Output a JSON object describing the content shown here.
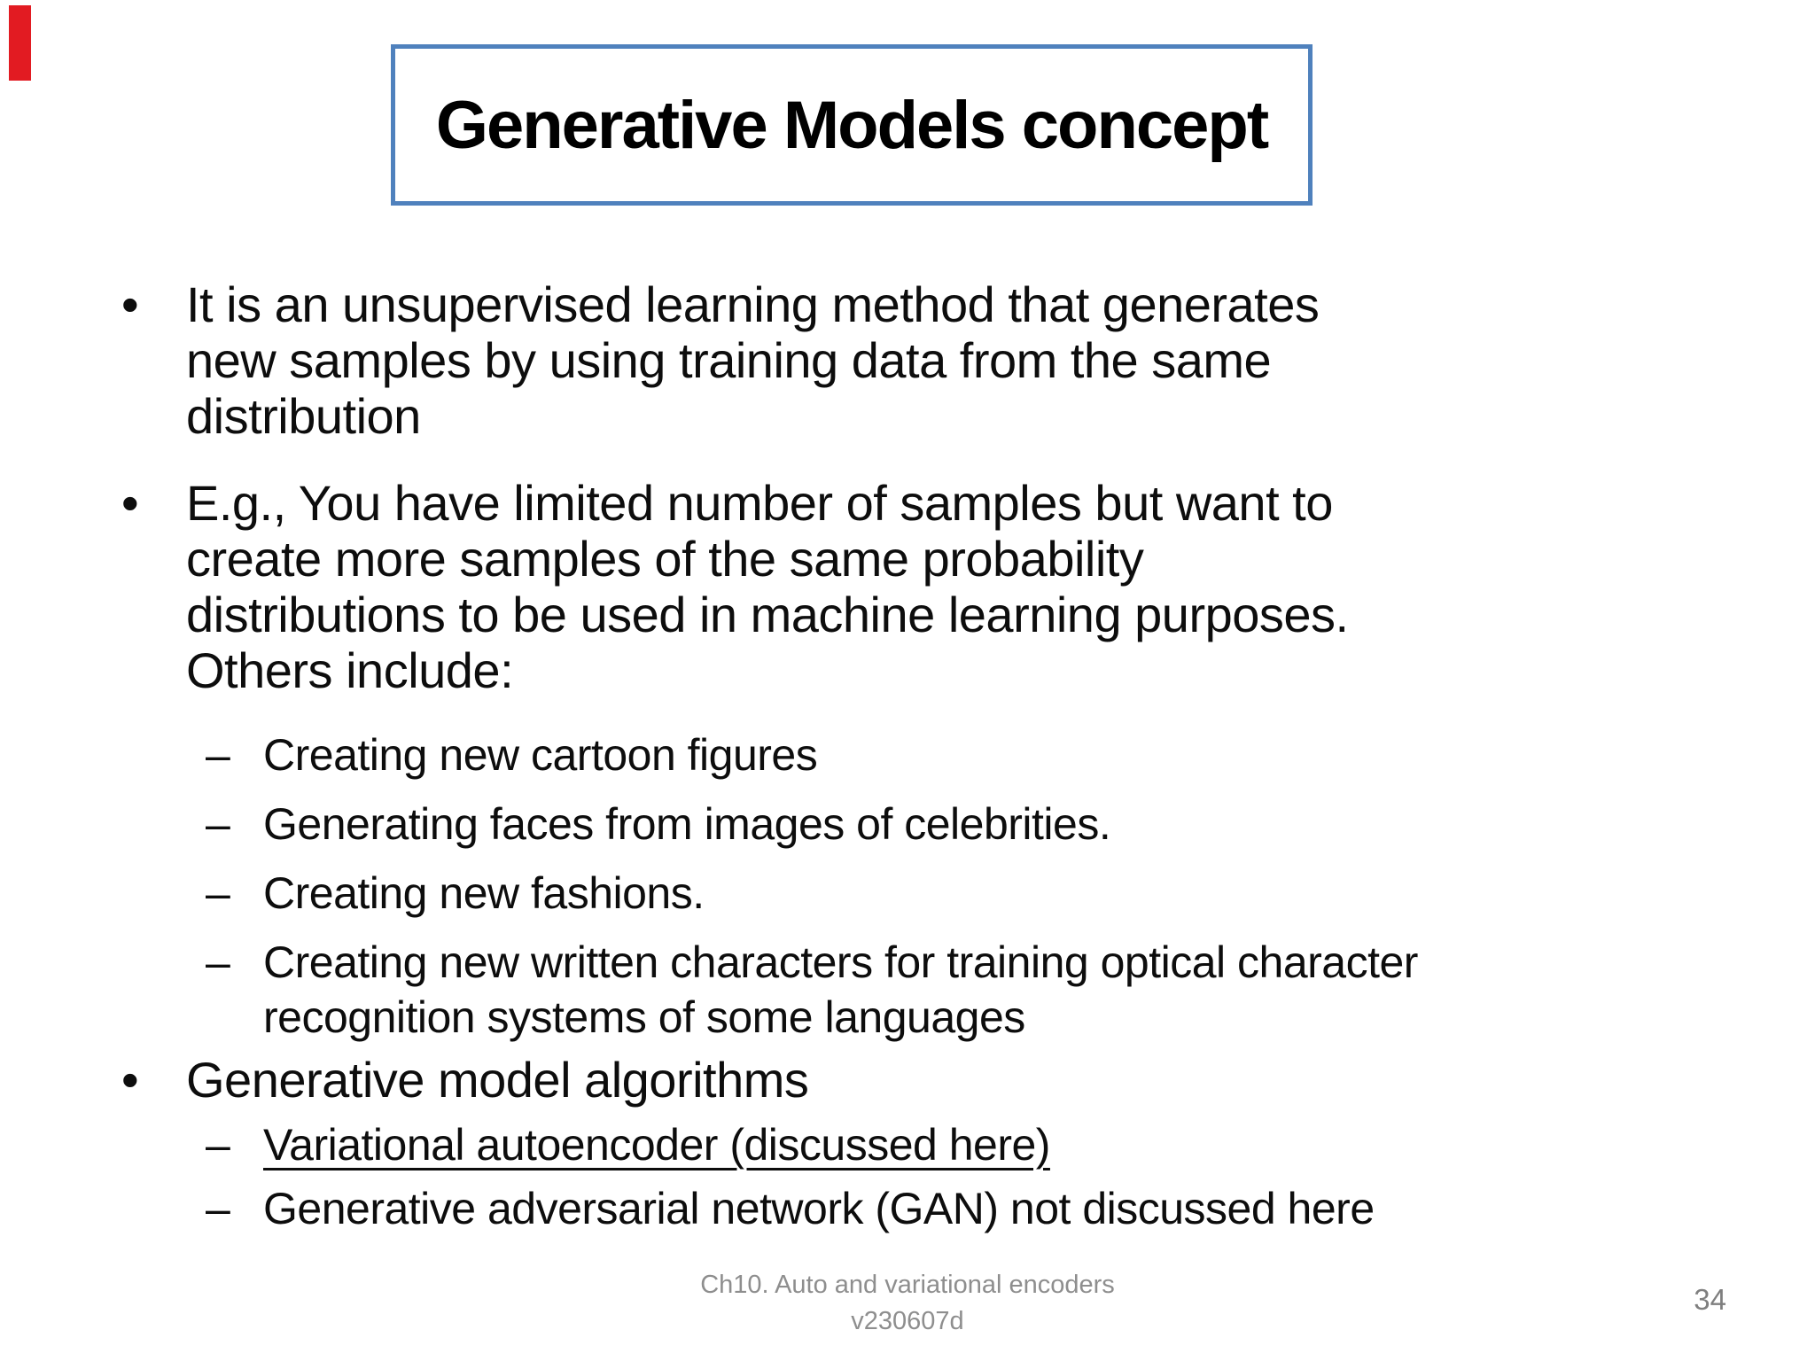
{
  "slide": {
    "title": "Generative Models concept",
    "markers": {
      "level1": "•",
      "level2": "–"
    },
    "bullets": [
      {
        "level": 1,
        "lines": [
          "It is an unsupervised learning method that generates",
          "new samples by using training data from the same",
          "distribution"
        ]
      },
      {
        "level": 1,
        "lines": [
          "E.g., You have limited number of samples but want to",
          "create more samples of the same probability",
          "distributions to be used in machine learning purposes.",
          "Others include:"
        ]
      },
      {
        "level": 2,
        "lines": [
          "Creating new cartoon figures"
        ]
      },
      {
        "level": 2,
        "lines": [
          "Generating faces from images of celebrities."
        ]
      },
      {
        "level": 2,
        "lines": [
          "Creating new fashions."
        ]
      },
      {
        "level": 2,
        "lines": [
          "Creating new written characters for training optical character",
          "recognition systems of some languages"
        ]
      },
      {
        "level": 1,
        "lines": [
          "Generative model algorithms"
        ]
      },
      {
        "level": 2,
        "underline": true,
        "lines": [
          "Variational autoencoder (discussed here)"
        ]
      },
      {
        "level": 2,
        "lines": [
          "Generative adversarial network (GAN) not discussed here"
        ]
      }
    ],
    "footer": {
      "line1": "Ch10. Auto and variational encoders",
      "line2": "v230607d",
      "page_number": "34"
    },
    "colors": {
      "title_border": "#4f81bd",
      "body_text": "#0d0d0d",
      "footer_text": "#8e8e8e",
      "red_marker": "#e21b22",
      "background": "#ffffff"
    }
  }
}
